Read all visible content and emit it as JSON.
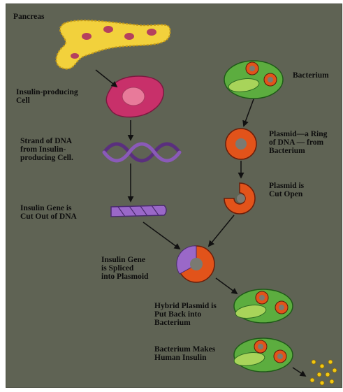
{
  "diagram": {
    "labels": {
      "pancreas": "Pancreas",
      "insulin_cell": "Insulin-producing\nCell",
      "dna_strand": "Strand of DNA\nfrom Insulin-\nproducing Cell.",
      "gene_cut": "Insulin Gene is\nCut Out of DNA",
      "gene_spliced": "Insulin Gene\nis Spliced\ninto Plasmoid",
      "hybrid_back": "Hybrid Plasmid is\nPut Back into\nBacterium",
      "makes_insulin": "Bacterium Makes\nHuman Insulin",
      "bacterium": "Bacterium",
      "plasmid_ring": "Plasmid—a Ring\nof DNA — from\nBacterium",
      "plasmid_open": "Plasmid is\nCut Open"
    },
    "colors": {
      "background": "#5f6354",
      "pancreas": "#f2d13c",
      "pancreas_spots": "#b5405e",
      "cell": "#c8306a",
      "nucleus": "#e87a9a",
      "dna": "#5a2f7e",
      "gene": "#9a68c8",
      "bacterium": "#5cad3f",
      "plasmid": "#e2531a",
      "insulin": "#f2c812",
      "arrow": "#111111"
    }
  }
}
